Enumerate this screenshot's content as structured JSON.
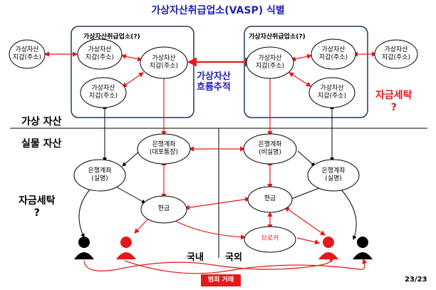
{
  "title": "가상자산취급업소(VASP) 식별",
  "vasp_left_label": "가상자산취급업소(?)",
  "vasp_right_label": "가상자산취급업소(?)",
  "zone_virtual": "가상 자산",
  "zone_real": "실물 자산",
  "suspect_left": [
    "자금세탁",
    "?"
  ],
  "suspect_right": [
    "자금세탁",
    "?"
  ],
  "trace_label": [
    "가상자산",
    "흐름추적"
  ],
  "domestic": "국내",
  "abroad": "국외",
  "crime_label": "범죄 거래",
  "page_number": "23/23",
  "wallet_text": [
    "가상자산",
    "지갑(주소)"
  ],
  "nodes": {
    "wallet_outer_left": [
      "가상자산",
      "지갑(주소)"
    ],
    "wallet_l1": [
      "가상자산",
      "지갑(주소)"
    ],
    "wallet_l2": [
      "가상자산",
      "지갑(주소)"
    ],
    "wallet_l3": [
      "가상자산",
      "지갑(주소)"
    ],
    "wallet_r1": [
      "가상자산",
      "지갑(주소)"
    ],
    "wallet_r2": [
      "가상자산",
      "지갑(주소)"
    ],
    "wallet_r3": [
      "가상자산",
      "지갑(주소)"
    ],
    "wallet_outer_right": [
      "가상자산",
      "지갑(주소)"
    ],
    "bank_proxy": [
      "은행계좌",
      "(대포통장)"
    ],
    "bank_anon": [
      "은행계좌",
      "(비실명)"
    ],
    "bank_real_left": [
      "은행계좌",
      "(실명)"
    ],
    "bank_real_right": [
      "은행계좌",
      "(실명)"
    ],
    "cash_left": [
      "현금"
    ],
    "cash_right": [
      "현금"
    ],
    "broker": [
      "브로커"
    ]
  },
  "colors": {
    "accent_red": "#e41a1a",
    "title_blue": "#1f1fb4",
    "box_border": "#1f3a66"
  }
}
